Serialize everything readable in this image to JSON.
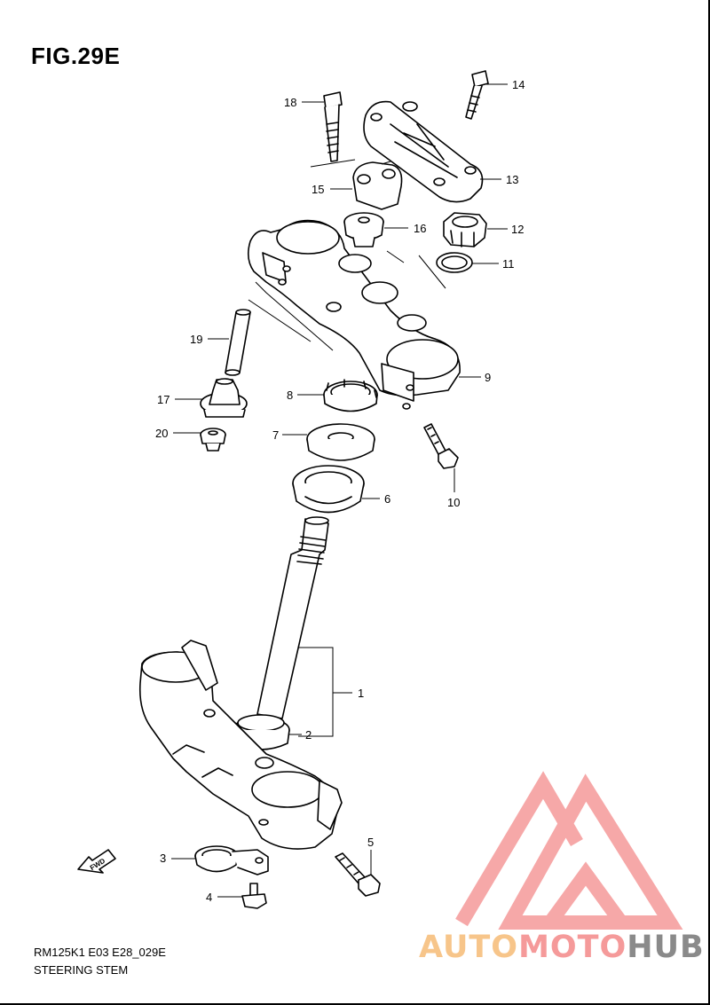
{
  "figure": {
    "title": "FIG.29E",
    "code": "RM125K1 E03 E28_029E",
    "caption": "STEERING STEM"
  },
  "fwd_label": "FWD",
  "callouts": [
    "1",
    "2",
    "3",
    "4",
    "5",
    "6",
    "7",
    "8",
    "9",
    "10",
    "11",
    "12",
    "13",
    "14",
    "15",
    "16",
    "17",
    "18",
    "19",
    "20"
  ],
  "watermark": {
    "part1": "AUTO",
    "part2": "MOTO",
    "part3": "HUB",
    "colors": {
      "auto": "#f7c58a",
      "moto": "#f59a9a",
      "hub": "#8a8a8a",
      "logo": "#f59a9a"
    }
  }
}
